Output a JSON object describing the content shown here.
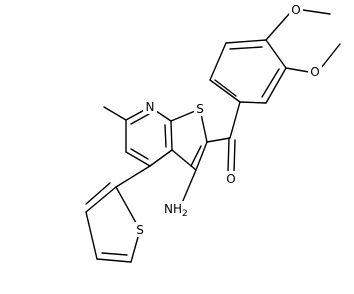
{
  "molecule": {
    "atoms": {
      "pyridine_n": "N",
      "thiophene_s": "S",
      "thienyl_s": "S",
      "carbonyl_o": "O",
      "methoxy_o_top": "O",
      "methoxy_o_mid": "O",
      "amino_n": "NH",
      "amino_subscript": "2"
    }
  }
}
